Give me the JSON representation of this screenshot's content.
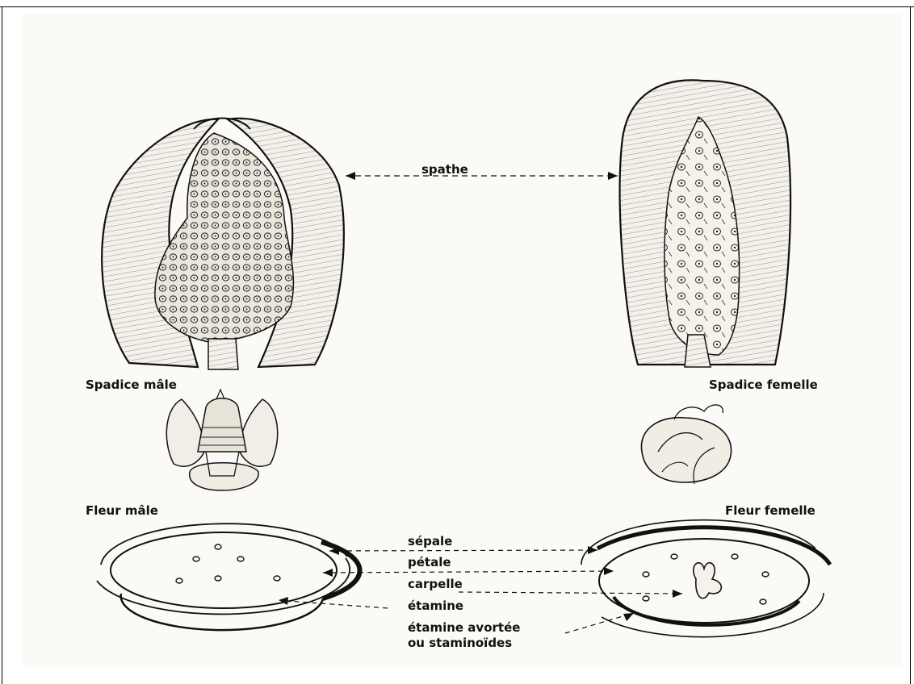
{
  "labels": {
    "spathe": "spathe",
    "spadice_male": "Spadice mâle",
    "spadice_femelle": "Spadice femelle",
    "fleur_male": "Fleur mâle",
    "fleur_femelle": "Fleur femelle",
    "sepale": "sépale",
    "petale": "pétale",
    "carpelle": "carpelle",
    "etamine": "étamine",
    "etamine_avortee": "étamine avortée",
    "staminoides": "ou staminoïdes"
  },
  "colors": {
    "ink": "#111111",
    "paper": "#fbfaf6",
    "shade": "#d9d6cc"
  }
}
